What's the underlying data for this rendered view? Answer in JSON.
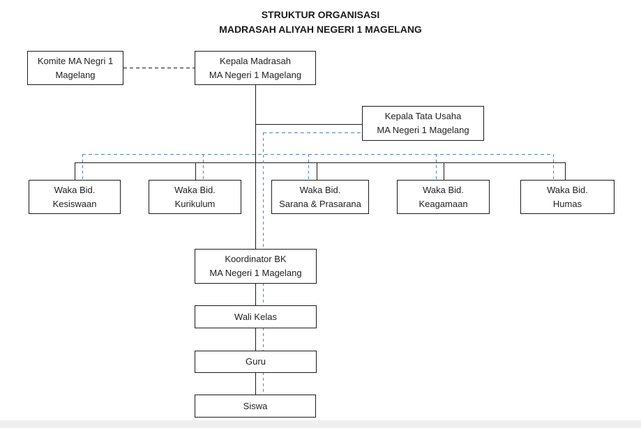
{
  "title": {
    "line1": "STRUKTUR ORGANISASI",
    "line2": "MADRASAH ALIYAH NEGERI 1 MAGELANG"
  },
  "nodes": {
    "komite": {
      "line1": "Komite MA Negri 1",
      "line2": "Magelang"
    },
    "kepala_madrasah": {
      "line1": "Kepala Madrasah",
      "line2": "MA Negeri 1 Magelang"
    },
    "kepala_tata_usaha": {
      "line1": "Kepala Tata Usaha",
      "line2": "MA Negeri 1 Magelang"
    },
    "waka_kesiswaan": {
      "line1": "Waka Bid.",
      "line2": "Kesiswaan"
    },
    "waka_kurikulum": {
      "line1": "Waka Bid.",
      "line2": "Kurikulum"
    },
    "waka_sarana": {
      "line1": "Waka Bid.",
      "line2": "Sarana & Prasarana"
    },
    "waka_keagamaan": {
      "line1": "Waka Bid.",
      "line2": "Keagamaan"
    },
    "waka_humas": {
      "line1": "Waka Bid.",
      "line2": "Humas"
    },
    "koordinator_bk": {
      "line1": "Koordinator BK",
      "line2": "MA Negeri 1 Magelang"
    },
    "wali_kelas": {
      "line1": "Wali Kelas"
    },
    "guru": {
      "line1": "Guru"
    },
    "siswa": {
      "line1": "Siswa"
    }
  },
  "colors": {
    "solid_line": "#1a1a1a",
    "dashed_blue_line": "#4f81bd",
    "box_border": "#1a1a1a",
    "box_background": "#ffffff",
    "bottom_strip": "#efefef"
  }
}
